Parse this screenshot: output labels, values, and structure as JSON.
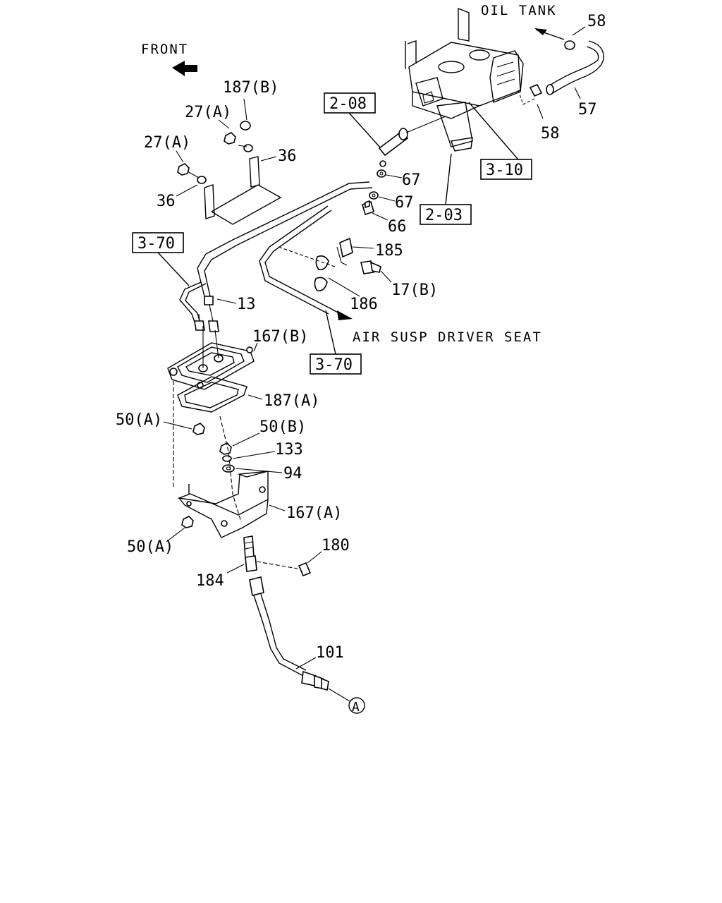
{
  "notes": {
    "oil_tank": "OIL TANK",
    "front": "FRONT",
    "air_susp": "AIR SUSP DRIVER SEAT"
  },
  "refs": {
    "r_2_08": "2-08",
    "r_3_10": "3-10",
    "r_2_03": "2-03",
    "r_3_70_top": "3-70",
    "r_3_70_bottom": "3-70"
  },
  "callouts": {
    "c58_top": "58",
    "c57": "57",
    "c58_mid": "58",
    "c187b": "187(B)",
    "c27a_1": "27(A)",
    "c27a_2": "27(A)",
    "c36_right": "36",
    "c36_left": "36",
    "c67_1": "67",
    "c67_2": "67",
    "c66": "66",
    "c185": "185",
    "c17b": "17(B)",
    "c186": "186",
    "c13": "13",
    "c167b": "167(B)",
    "c187a": "187(A)",
    "c50a_1": "50(A)",
    "c50b": "50(B)",
    "c133": "133",
    "c94": "94",
    "c167a": "167(A)",
    "c50a_2": "50(A)",
    "c180": "180",
    "c184": "184",
    "c101": "101",
    "circle_a": "A"
  }
}
